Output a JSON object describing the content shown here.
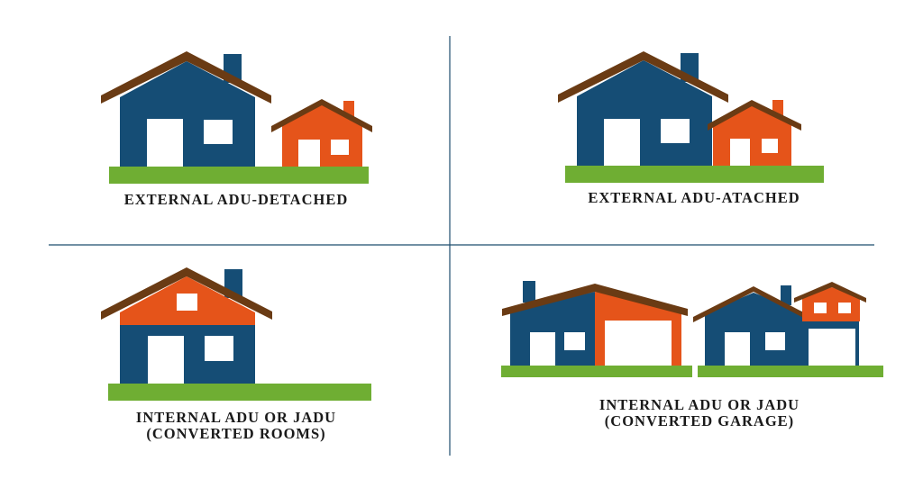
{
  "colors": {
    "main_house": "#154d75",
    "adu": "#e5541a",
    "roof": "#6a3b14",
    "grass": "#6fae33",
    "window": "#ffffff",
    "divider": "#1f4e6e"
  },
  "quadrants": [
    {
      "caption_lines": [
        "EXTERNAL ADU-DETACHED"
      ]
    },
    {
      "caption_lines": [
        "EXTERNAL ADU-ATACHED"
      ]
    },
    {
      "caption_lines": [
        "INTERNAL ADU OR JADU",
        "(CONVERTED ROOMS)"
      ]
    },
    {
      "caption_lines": [
        "INTERNAL ADU OR JADU",
        "(CONVERTED GARAGE)"
      ]
    }
  ]
}
